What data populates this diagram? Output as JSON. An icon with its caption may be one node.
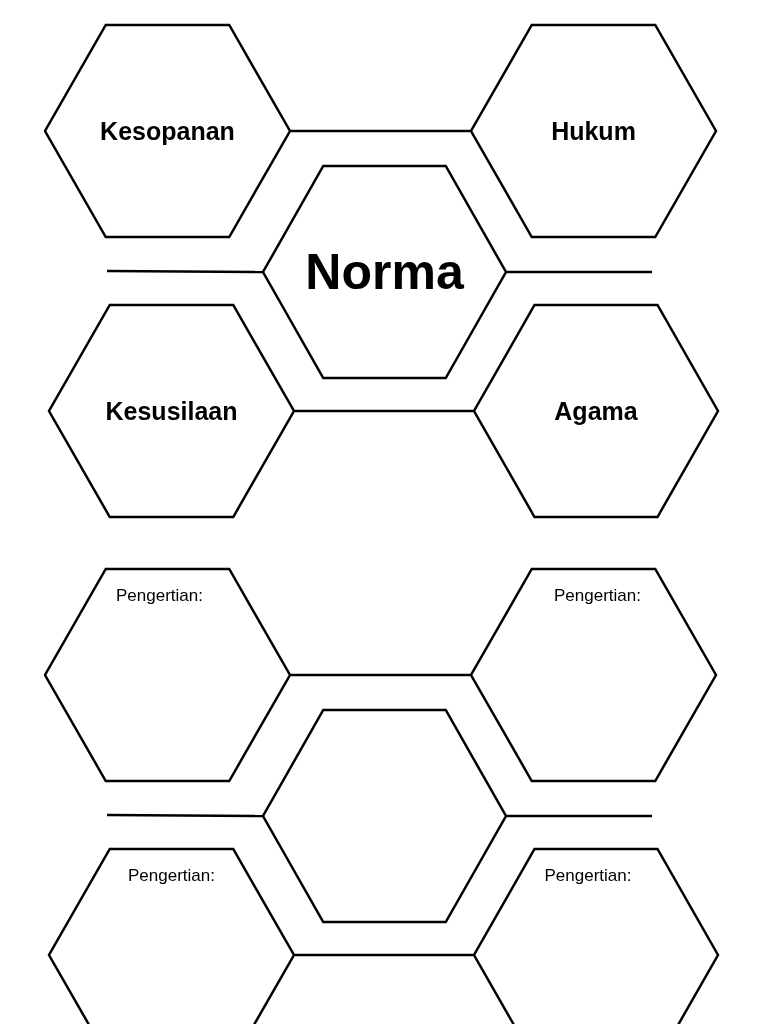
{
  "diagram": {
    "nodes": [
      {
        "text": [
          "Kesopanan"
        ]
      },
      {
        "text": [
          "Hukum"
        ]
      },
      {
        "text": [
          "Norma"
        ]
      },
      {
        "text": [
          "Kesusilaan"
        ]
      },
      {
        "text": [
          "Agama"
        ]
      },
      {
        "text": [
          "Pengertian:"
        ]
      },
      {
        "text": [
          "Pengertian:"
        ]
      },
      {
        "text": [],
        "shape": "hexagon"
      },
      {
        "text": [
          "Pengertian:"
        ]
      },
      {
        "text": [
          "Pengertian:"
        ]
      }
    ],
    "edges": [
      {
        "from": 0,
        "to": 1,
        "arrow": "none"
      },
      {
        "from": null,
        "to": 2,
        "arrow": "none"
      },
      {
        "from": 2,
        "to": null,
        "arrow": "none"
      },
      {
        "from": 3,
        "to": 4,
        "arrow": "none"
      },
      {
        "from": 5,
        "to": 6,
        "arrow": "none"
      },
      {
        "from": null,
        "to": 7,
        "arrow": "none"
      },
      {
        "from": 7,
        "to": null,
        "arrow": "none"
      },
      {
        "from": 8,
        "to": 9,
        "arrow": "none"
      }
    ]
  }
}
